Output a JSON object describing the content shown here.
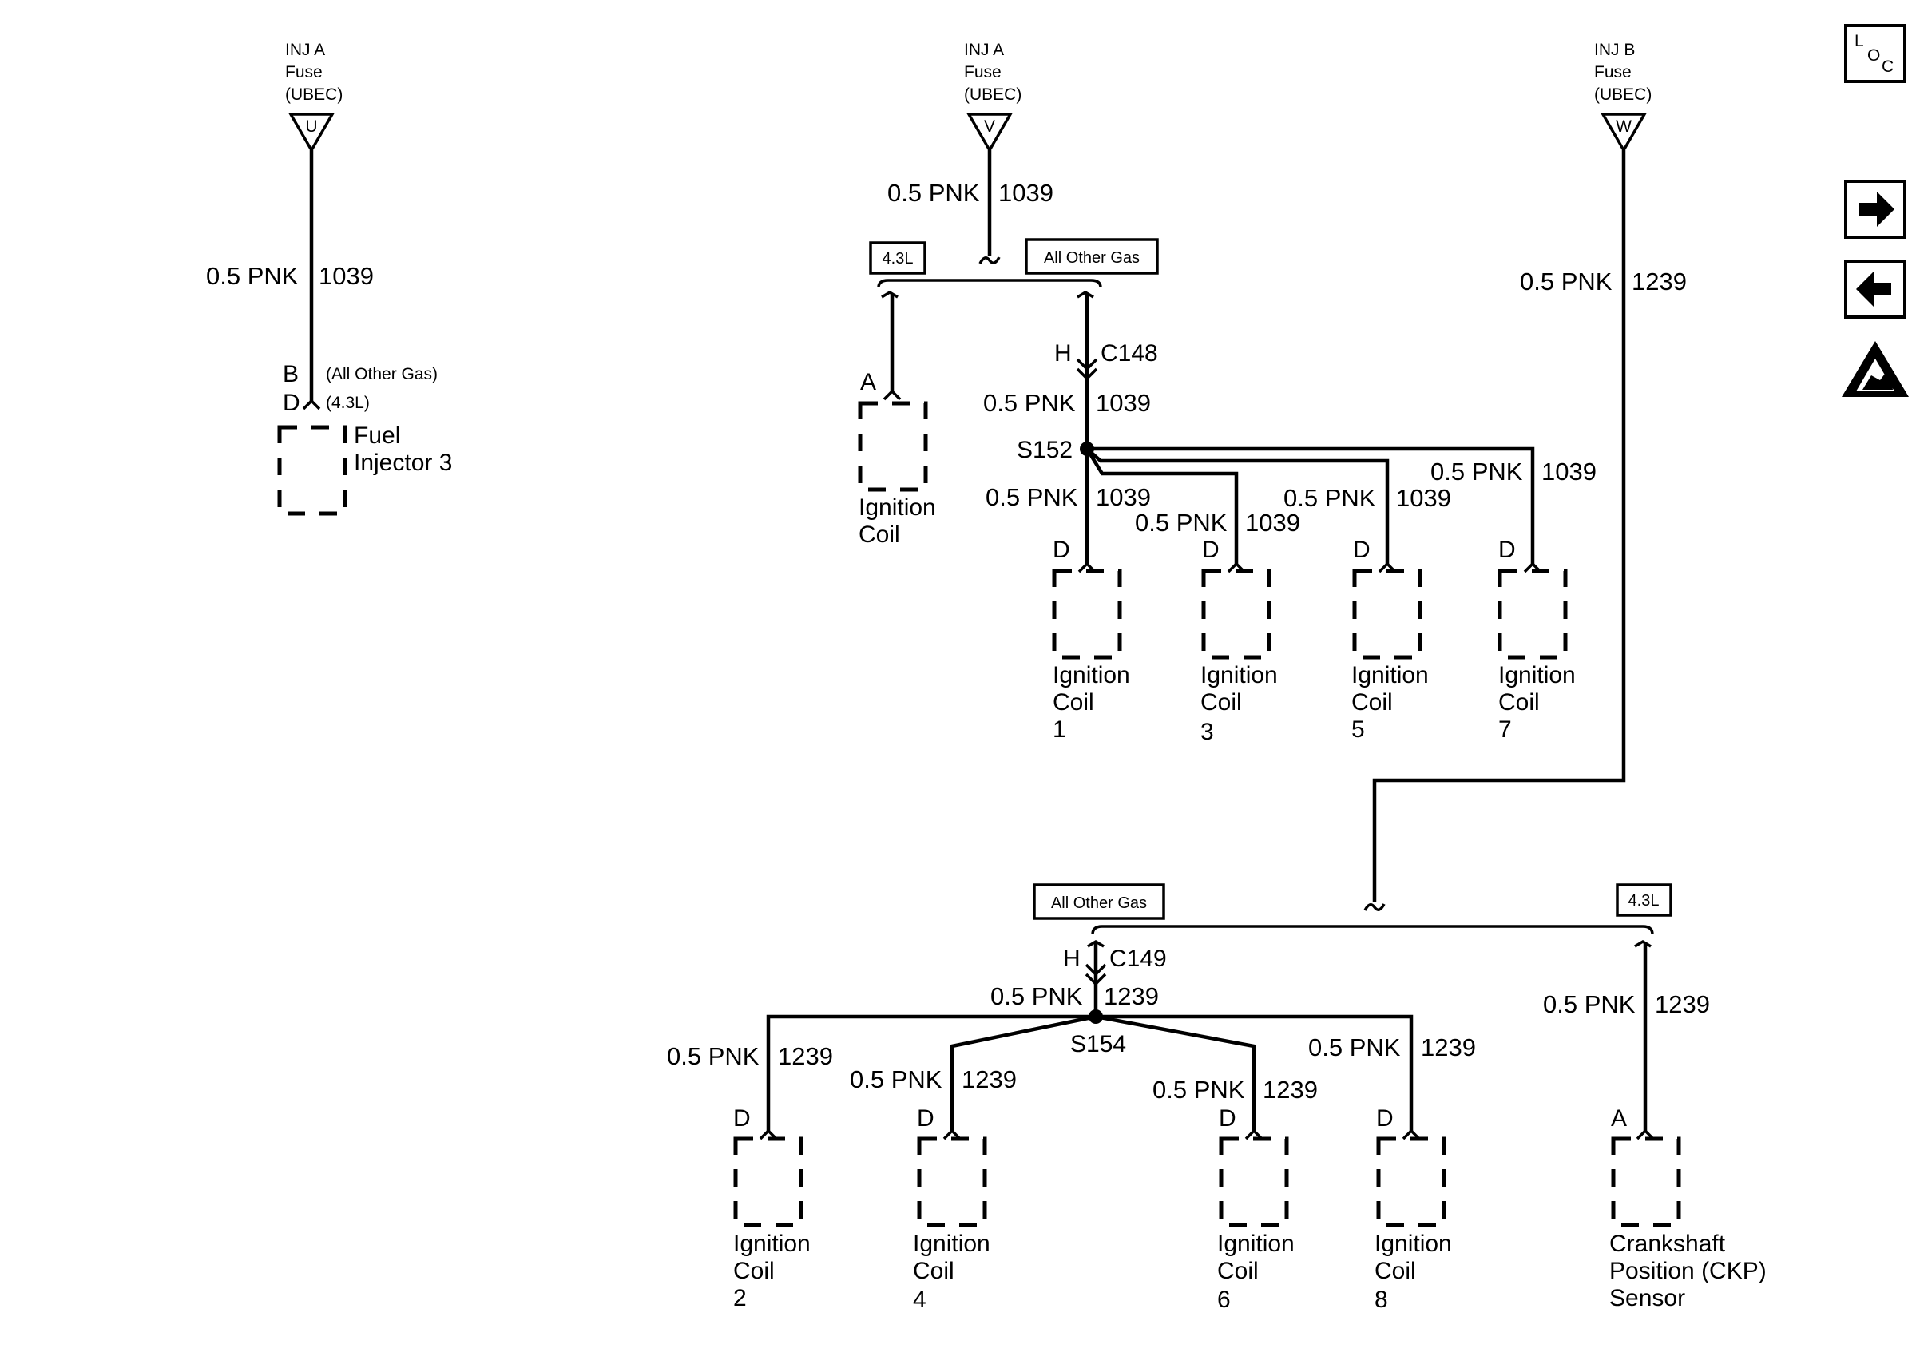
{
  "fuses": {
    "u": {
      "line1": "INJ A",
      "line2": "Fuse",
      "line3": "(UBEC)",
      "letter": "U"
    },
    "v": {
      "line1": "INJ A",
      "line2": "Fuse",
      "line3": "(UBEC)",
      "letter": "V"
    },
    "w": {
      "line1": "INJ B",
      "line2": "Fuse",
      "line3": "(UBEC)",
      "letter": "W"
    }
  },
  "wires": {
    "u_main": {
      "size": "0.5 PNK",
      "circuit": "1039"
    },
    "v_main": {
      "size": "0.5 PNK",
      "circuit": "1039"
    },
    "c148": {
      "size": "0.5 PNK",
      "circuit": "1039"
    },
    "coil1": {
      "size": "0.5 PNK",
      "circuit": "1039"
    },
    "coil3": {
      "size": "0.5 PNK",
      "circuit": "1039"
    },
    "coil5": {
      "size": "0.5 PNK",
      "circuit": "1039"
    },
    "coil7": {
      "size": "0.5 PNK",
      "circuit": "1039"
    },
    "w_main": {
      "size": "0.5 PNK",
      "circuit": "1239"
    },
    "c149": {
      "size": "0.5 PNK",
      "circuit": "1239"
    },
    "coil2": {
      "size": "0.5 PNK",
      "circuit": "1239"
    },
    "coil4": {
      "size": "0.5 PNK",
      "circuit": "1239"
    },
    "coil6": {
      "size": "0.5 PNK",
      "circuit": "1239"
    },
    "coil8": {
      "size": "0.5 PNK",
      "circuit": "1239"
    },
    "ckp": {
      "size": "0.5 PNK",
      "circuit": "1239"
    }
  },
  "injector": {
    "pin_b": "B",
    "pin_b_note": "(All Other Gas)",
    "pin_d": "D",
    "pin_d_note": "(4.3L)",
    "name1": "Fuel",
    "name2": "Injector 3"
  },
  "options": {
    "top_left": "4.3L",
    "top_right": "All Other Gas",
    "bottom_left": "All Other Gas",
    "bottom_right": "4.3L"
  },
  "connectors": {
    "c148_pin": "H",
    "c148": "C148",
    "c149_pin": "H",
    "c149": "C149"
  },
  "splices": {
    "s152": "S152",
    "s154": "S154"
  },
  "coil_43": {
    "pin": "A",
    "name1": "Ignition",
    "name2": "Coil"
  },
  "coils": {
    "c1": {
      "pin": "D",
      "name1": "Ignition",
      "name2": "Coil",
      "num": "1"
    },
    "c3": {
      "pin": "D",
      "name1": "Ignition",
      "name2": "Coil",
      "num": "3"
    },
    "c5": {
      "pin": "D",
      "name1": "Ignition",
      "name2": "Coil",
      "num": "5"
    },
    "c7": {
      "pin": "D",
      "name1": "Ignition",
      "name2": "Coil",
      "num": "7"
    },
    "c2": {
      "pin": "D",
      "name1": "Ignition",
      "name2": "Coil",
      "num": "2"
    },
    "c4": {
      "pin": "D",
      "name1": "Ignition",
      "name2": "Coil",
      "num": "4"
    },
    "c6": {
      "pin": "D",
      "name1": "Ignition",
      "name2": "Coil",
      "num": "6"
    },
    "c8": {
      "pin": "D",
      "name1": "Ignition",
      "name2": "Coil",
      "num": "8"
    }
  },
  "ckp_sensor": {
    "pin": "A",
    "name1": "Crankshaft",
    "name2": "Position (CKP)",
    "name3": "Sensor"
  },
  "nav": {
    "loc_l": "L",
    "loc_o": "O",
    "loc_c": "C",
    "forward_icon": "arrow-right-icon",
    "back_icon": "arrow-left-icon",
    "esd_icon": "esd-warning-icon"
  }
}
